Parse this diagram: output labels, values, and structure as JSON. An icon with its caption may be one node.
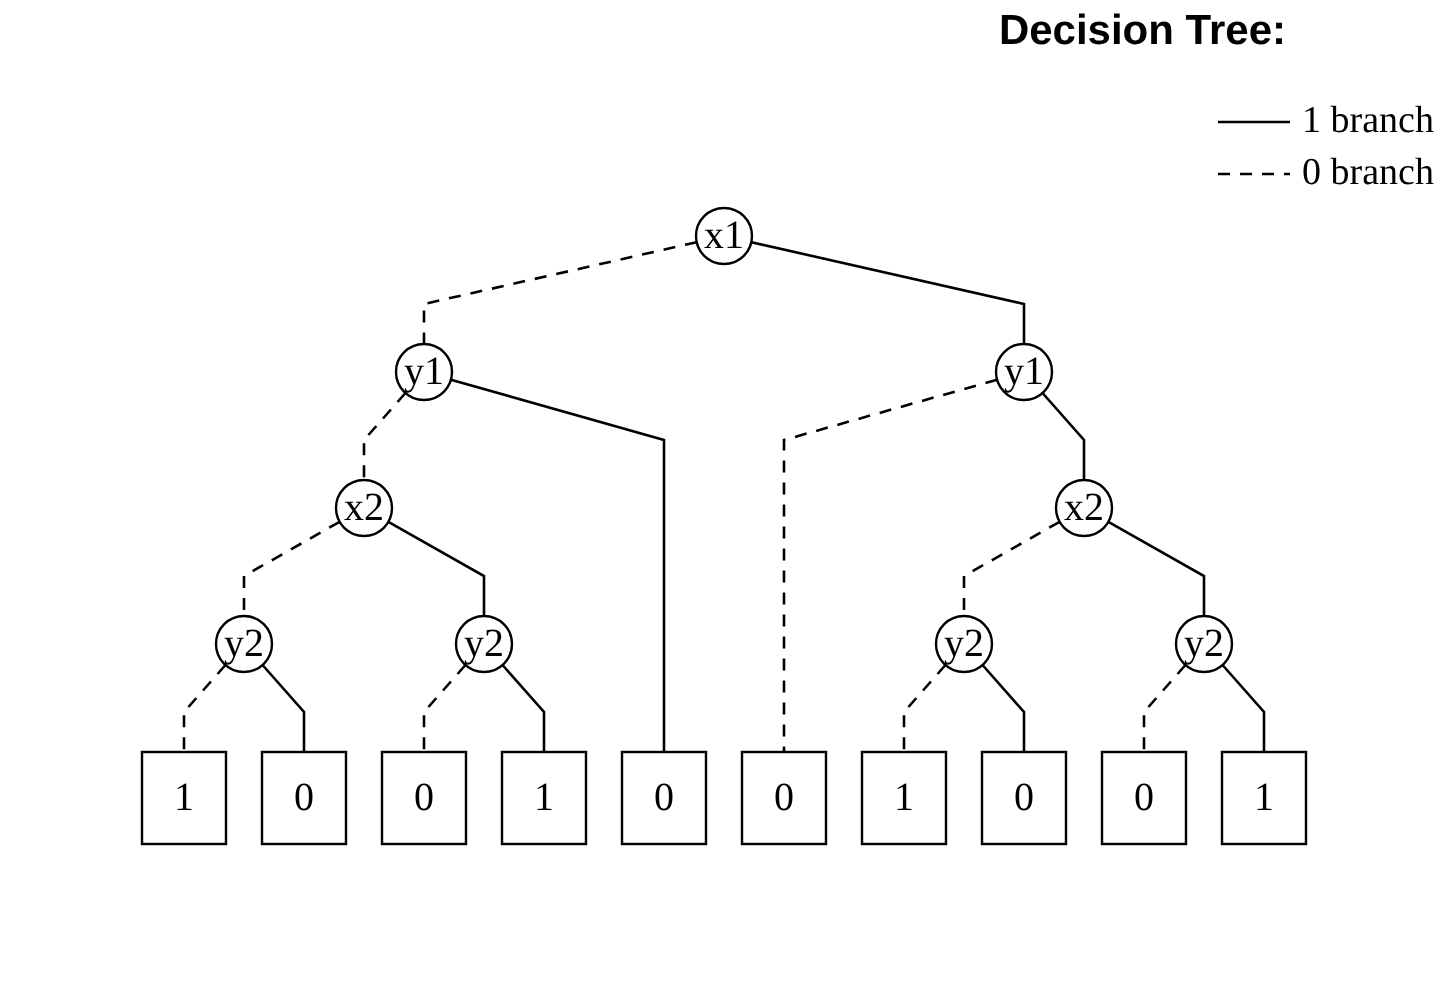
{
  "diagram": {
    "title": "Decision Tree:",
    "nodes": [
      {
        "text": [
          "x1"
        ]
      },
      {
        "text": [
          "y1"
        ]
      },
      {
        "text": [
          "y1"
        ]
      },
      {
        "text": [
          "x2"
        ]
      },
      {
        "text": [
          "x2"
        ]
      },
      {
        "text": [
          "y2"
        ]
      },
      {
        "text": [
          "y2"
        ]
      },
      {
        "text": [
          "y2"
        ]
      },
      {
        "text": [
          "y2"
        ]
      },
      {
        "text": [
          "1"
        ]
      },
      {
        "text": [
          "0"
        ]
      },
      {
        "text": [
          "0"
        ]
      },
      {
        "text": [
          "1"
        ]
      },
      {
        "text": [
          "0"
        ]
      },
      {
        "text": [
          "0"
        ]
      },
      {
        "text": [
          "1"
        ]
      },
      {
        "text": [
          "0"
        ]
      },
      {
        "text": [
          "0"
        ]
      },
      {
        "text": [
          "1"
        ]
      }
    ],
    "edges": [
      {
        "from": 0,
        "to": 1,
        "arrow": "none",
        "style": "dashed"
      },
      {
        "from": 0,
        "to": 2,
        "arrow": "none"
      },
      {
        "from": 1,
        "to": 3,
        "arrow": "none",
        "style": "dashed"
      },
      {
        "from": 1,
        "to": 13,
        "arrow": "none"
      },
      {
        "from": 2,
        "to": 14,
        "arrow": "none",
        "style": "dashed"
      },
      {
        "from": 2,
        "to": 4,
        "arrow": "none"
      },
      {
        "from": 3,
        "to": 5,
        "arrow": "none",
        "style": "dashed"
      },
      {
        "from": 3,
        "to": 6,
        "arrow": "none"
      },
      {
        "from": 4,
        "to": 7,
        "arrow": "none",
        "style": "dashed"
      },
      {
        "from": 4,
        "to": 8,
        "arrow": "none"
      },
      {
        "from": 5,
        "to": 9,
        "arrow": "none",
        "style": "dashed"
      },
      {
        "from": 5,
        "to": 10,
        "arrow": "none"
      },
      {
        "from": 6,
        "to": 11,
        "arrow": "none",
        "style": "dashed"
      },
      {
        "from": 6,
        "to": 12,
        "arrow": "none"
      },
      {
        "from": 7,
        "to": 15,
        "arrow": "none",
        "style": "dashed"
      },
      {
        "from": 7,
        "to": 16,
        "arrow": "none"
      },
      {
        "from": 8,
        "to": 17,
        "arrow": "none",
        "style": "dashed"
      },
      {
        "from": 8,
        "to": 18,
        "arrow": "none"
      }
    ],
    "legend": [
      {
        "text": "1 branch"
      },
      {
        "text": "0 branch"
      }
    ]
  }
}
